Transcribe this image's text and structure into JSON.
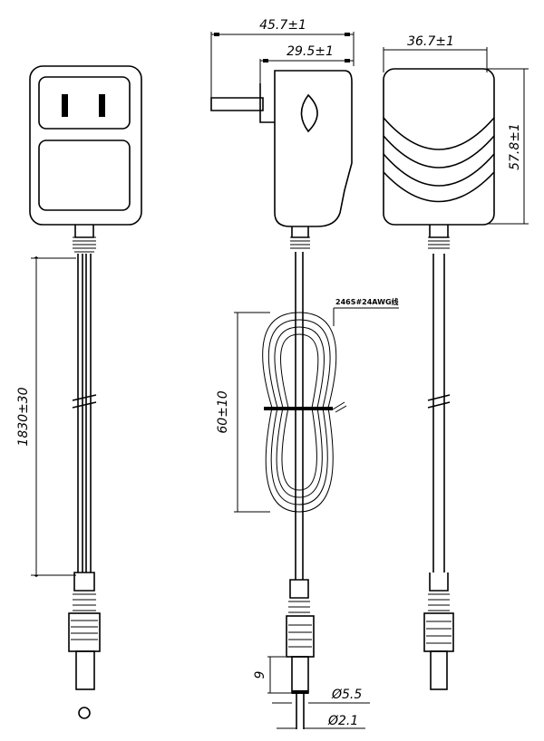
{
  "dimensions": {
    "overall_depth": "45.7±1",
    "body_depth": "29.5±1",
    "width": "36.7±1",
    "height": "57.8±1",
    "cable_length": "1830±30",
    "coil_length": "60±10",
    "plug_length": "9",
    "outer_diameter": "Ø5.5",
    "inner_diameter": "Ø2.1"
  },
  "cable_note": "246S#24AWG线"
}
